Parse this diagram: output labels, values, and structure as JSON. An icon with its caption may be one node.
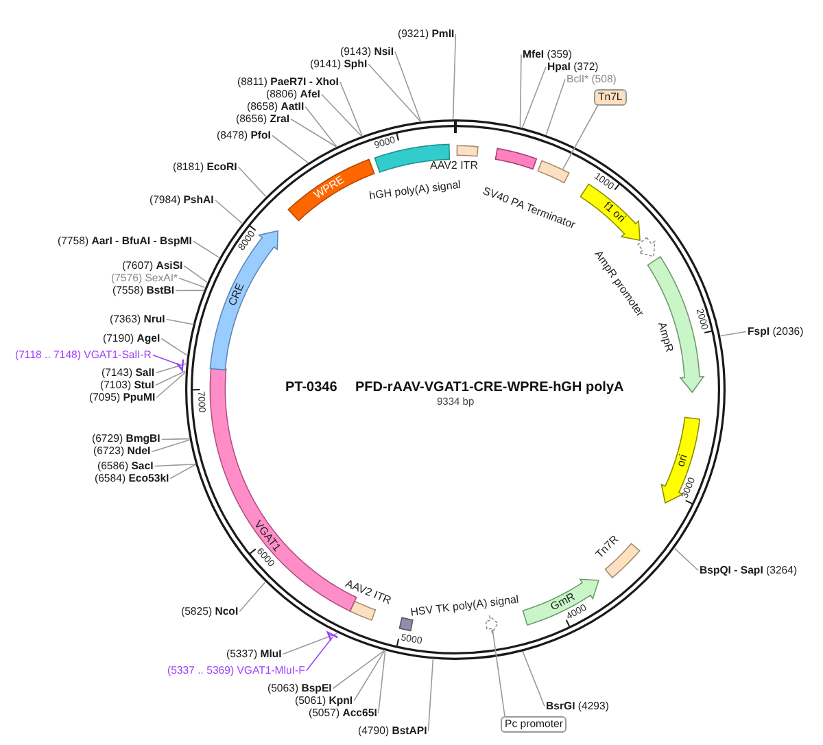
{
  "diagram": {
    "nodes": [
      {
        "text": [
          "PT-0346",
          "PFD-rAAV-VGAT1-CRE-WPRE-hGH polyA",
          "9334 bp"
        ]
      },
      {
        "text": [
          "AAV2 ITR"
        ],
        "in": 0
      },
      {
        "text": [
          "SV40 PA Terminator"
        ],
        "in": 0
      },
      {
        "text": [],
        "shape": "box",
        "in": 0
      },
      {
        "text": [
          "f1 ori"
        ],
        "in": 0
      },
      {
        "text": [
          "AmpR promoter"
        ],
        "in": 0
      },
      {
        "text": [
          "AmpR"
        ],
        "in": 0
      },
      {
        "text": [
          "ori"
        ],
        "in": 0
      },
      {
        "text": [
          "Tn7R"
        ],
        "in": 0
      },
      {
        "text": [
          "GmR"
        ],
        "in": 0
      },
      {
        "text": [],
        "shape": "arrow",
        "in": 0
      },
      {
        "text": [
          "HSV TK poly(A) signal"
        ],
        "in": 0
      },
      {
        "text": [
          "AAV2 ITR"
        ],
        "in": 0
      },
      {
        "text": [
          "VGAT1"
        ],
        "in": 0
      },
      {
        "text": [
          "CRE"
        ],
        "in": 0
      },
      {
        "text": [
          "WPRE"
        ],
        "in": 0
      },
      {
        "text": [
          "hGH poly(A) signal"
        ],
        "in": 0
      },
      {
        "text": [
          "**MfeI** (359)"
        ]
      },
      {
        "text": [
          "**HpaI** (372)"
        ]
      },
      {
        "text": [
          "BclI* (508)"
        ]
      },
      {
        "text": [
          "Tn7L"
        ]
      },
      {
        "text": [
          "**FspI** (2036)"
        ]
      },
      {
        "text": [
          "**BspQI - SapI** (3264)"
        ]
      },
      {
        "text": [
          "**BsrGI** (4293)"
        ]
      },
      {
        "text": [
          "Pc promoter"
        ]
      },
      {
        "text": [
          "(4790) **BstAPI**"
        ]
      },
      {
        "text": [
          "(5057) **Acc65I**"
        ]
      },
      {
        "text": [
          "(5061) **KpnI**"
        ]
      },
      {
        "text": [
          "(5063) **BspEI**"
        ]
      },
      {
        "text": [
          "(5337) **MluI**"
        ]
      },
      {
        "text": [
          "(5337 .. 5369) VGAT1-MluI-F"
        ]
      },
      {
        "text": [],
        "shape": "arrow"
      },
      {
        "text": [
          "(5825) **NcoI**"
        ]
      },
      {
        "text": [
          "(6584) **Eco53kI**"
        ]
      },
      {
        "text": [
          "(6586) **SacI**"
        ]
      },
      {
        "text": [
          "(6723) **NdeI**"
        ]
      },
      {
        "text": [
          "(6729) **BmgBI**"
        ]
      },
      {
        "text": [
          "(7095) **PpuMI**"
        ]
      },
      {
        "text": [
          "(7103) **StuI**"
        ]
      },
      {
        "text": [
          "(7143) **SalI**"
        ]
      },
      {
        "text": [
          "(7118 .. 7148) VGAT1-SalI-R"
        ]
      },
      {
        "text": [],
        "shape": "arrow"
      },
      {
        "text": [
          "(7190) **AgeI**"
        ]
      },
      {
        "text": [
          "(7363) **NruI**"
        ]
      },
      {
        "text": [
          "(7558) **BstBI**"
        ]
      },
      {
        "text": [
          "(7576) SexAI*"
        ]
      },
      {
        "text": [
          "(7607) **AsiSI**"
        ]
      },
      {
        "text": [
          "(7758) **AarI - BfuAI - BspMI**"
        ]
      },
      {
        "text": [
          "(7984) **PshAI**"
        ]
      },
      {
        "text": [
          "(8181) **EcoRI**"
        ]
      },
      {
        "text": [
          "(8478) **PfoI**"
        ]
      },
      {
        "text": [
          "(8656) **ZraI**"
        ]
      },
      {
        "text": [
          "(8658) **AatII**"
        ]
      },
      {
        "text": [
          "(8806) **AfeI**"
        ]
      },
      {
        "text": [
          "(8811) **PaeR7I - XhoI**"
        ]
      },
      {
        "text": [
          "(9141) **SphI**"
        ]
      },
      {
        "text": [
          "(9143) **NsiI**"
        ]
      },
      {
        "text": [
          "(9321) **PmlI**"
        ]
      }
    ],
    "edges": [
      {
        "from": 17,
        "to": 0,
        "arrow": "none"
      },
      {
        "from": 18,
        "to": 0,
        "arrow": "none"
      },
      {
        "from": 19,
        "to": 0,
        "arrow": "none"
      },
      {
        "from": 20,
        "to": 3,
        "arrow": "none"
      },
      {
        "from": 21,
        "to": 0,
        "arrow": "none"
      },
      {
        "from": 22,
        "to": 0,
        "arrow": "none"
      },
      {
        "from": 23,
        "to": 0,
        "arrow": "none"
      },
      {
        "from": 24,
        "to": 10,
        "arrow": "none"
      },
      {
        "from": 25,
        "to": 0,
        "arrow": "none"
      },
      {
        "from": 26,
        "to": 0,
        "arrow": "none"
      },
      {
        "from": 27,
        "to": 0,
        "arrow": "none"
      },
      {
        "from": 28,
        "to": 0,
        "arrow": "none"
      },
      {
        "from": 29,
        "to": 0,
        "arrow": "none"
      },
      {
        "from": 30,
        "to": 31,
        "arrow": "none",
        "color": "#9d3fff"
      },
      {
        "from": 32,
        "to": 0,
        "arrow": "none"
      },
      {
        "from": 33,
        "to": 0,
        "arrow": "none"
      },
      {
        "from": 34,
        "to": 0,
        "arrow": "none"
      },
      {
        "from": 35,
        "to": 0,
        "arrow": "none"
      },
      {
        "from": 36,
        "to": 0,
        "arrow": "none"
      },
      {
        "from": 37,
        "to": 0,
        "arrow": "none"
      },
      {
        "from": 38,
        "to": 0,
        "arrow": "none"
      },
      {
        "from": 39,
        "to": 0,
        "arrow": "none"
      },
      {
        "from": 40,
        "to": 41,
        "arrow": "none",
        "color": "#9d3fff"
      },
      {
        "from": 42,
        "to": 0,
        "arrow": "none"
      },
      {
        "from": 43,
        "to": 0,
        "arrow": "none"
      },
      {
        "from": 44,
        "to": 0,
        "arrow": "none"
      },
      {
        "from": 45,
        "to": 0,
        "arrow": "none"
      },
      {
        "from": 46,
        "to": 0,
        "arrow": "none"
      },
      {
        "from": 47,
        "to": 0,
        "arrow": "none"
      },
      {
        "from": 48,
        "to": 0,
        "arrow": "none"
      },
      {
        "from": 49,
        "to": 0,
        "arrow": "none"
      },
      {
        "from": 50,
        "to": 0,
        "arrow": "none"
      },
      {
        "from": 51,
        "to": 0,
        "arrow": "none"
      },
      {
        "from": 52,
        "to": 0,
        "arrow": "none"
      },
      {
        "from": 53,
        "to": 0,
        "arrow": "none"
      },
      {
        "from": 54,
        "to": 0,
        "arrow": "none"
      },
      {
        "from": 55,
        "to": 0,
        "arrow": "none"
      },
      {
        "from": 56,
        "to": 0,
        "arrow": "none"
      },
      {
        "from": 57,
        "to": 0,
        "arrow": "none"
      }
    ],
    "labels": [
      "1000",
      "2000",
      "3000",
      "4000",
      "5000",
      "6000",
      "7000",
      "8000",
      "9000"
    ]
  }
}
